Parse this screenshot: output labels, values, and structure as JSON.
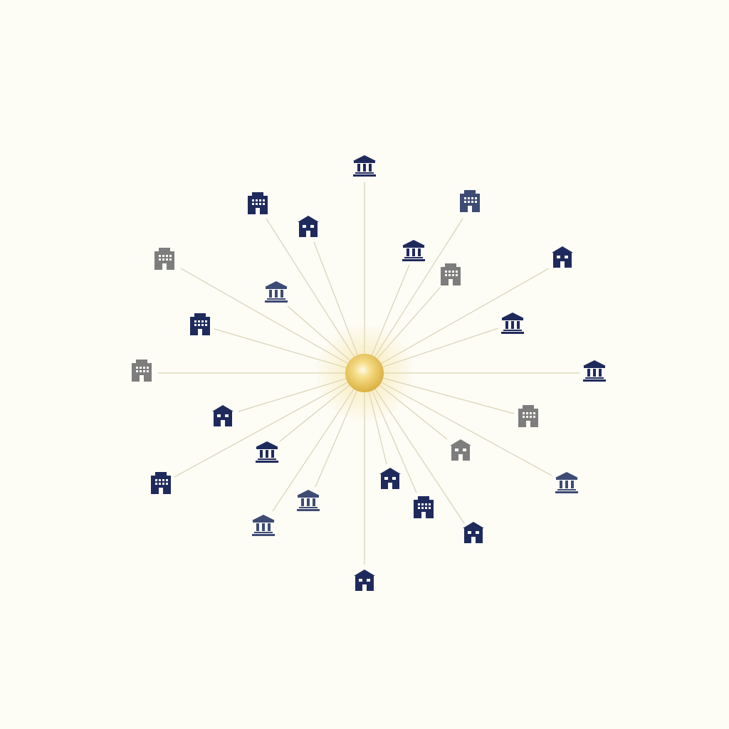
{
  "colors": {
    "background": "#fdfcf5",
    "hub": "#e8c35a",
    "hub_glow": "#f3dc8e",
    "spoke": "#d8d3b8",
    "node_dark": "#1f2a5c",
    "node_slate": "#3e4b74",
    "node_gray": "#7d7d7d"
  },
  "hub": {
    "name": "central-hub",
    "icon": "glowing-orb"
  },
  "nodes": [
    {
      "icon": "bank-icon",
      "tone": "dark"
    },
    {
      "icon": "office-tower-icon",
      "tone": "slate"
    },
    {
      "icon": "office-tower-icon",
      "tone": "dark"
    },
    {
      "icon": "house-building-icon",
      "tone": "dark"
    },
    {
      "icon": "bank-icon",
      "tone": "dark"
    },
    {
      "icon": "office-tower-icon",
      "tone": "gray"
    },
    {
      "icon": "house-building-icon",
      "tone": "dark"
    },
    {
      "icon": "bank-icon",
      "tone": "slate"
    },
    {
      "icon": "office-tower-icon",
      "tone": "gray"
    },
    {
      "icon": "office-tower-icon",
      "tone": "dark"
    },
    {
      "icon": "bank-icon",
      "tone": "dark"
    },
    {
      "icon": "office-tower-icon",
      "tone": "gray"
    },
    {
      "icon": "bank-icon",
      "tone": "dark"
    },
    {
      "icon": "house-building-icon",
      "tone": "dark"
    },
    {
      "icon": "office-tower-icon",
      "tone": "gray"
    },
    {
      "icon": "bank-icon",
      "tone": "dark"
    },
    {
      "icon": "house-building-icon",
      "tone": "gray"
    },
    {
      "icon": "office-tower-icon",
      "tone": "dark"
    },
    {
      "icon": "house-building-icon",
      "tone": "dark"
    },
    {
      "icon": "bank-icon",
      "tone": "slate"
    },
    {
      "icon": "bank-icon",
      "tone": "slate"
    },
    {
      "icon": "office-tower-icon",
      "tone": "dark"
    },
    {
      "icon": "bank-icon",
      "tone": "slate"
    },
    {
      "icon": "house-building-icon",
      "tone": "dark"
    },
    {
      "icon": "house-building-icon",
      "tone": "dark"
    }
  ]
}
